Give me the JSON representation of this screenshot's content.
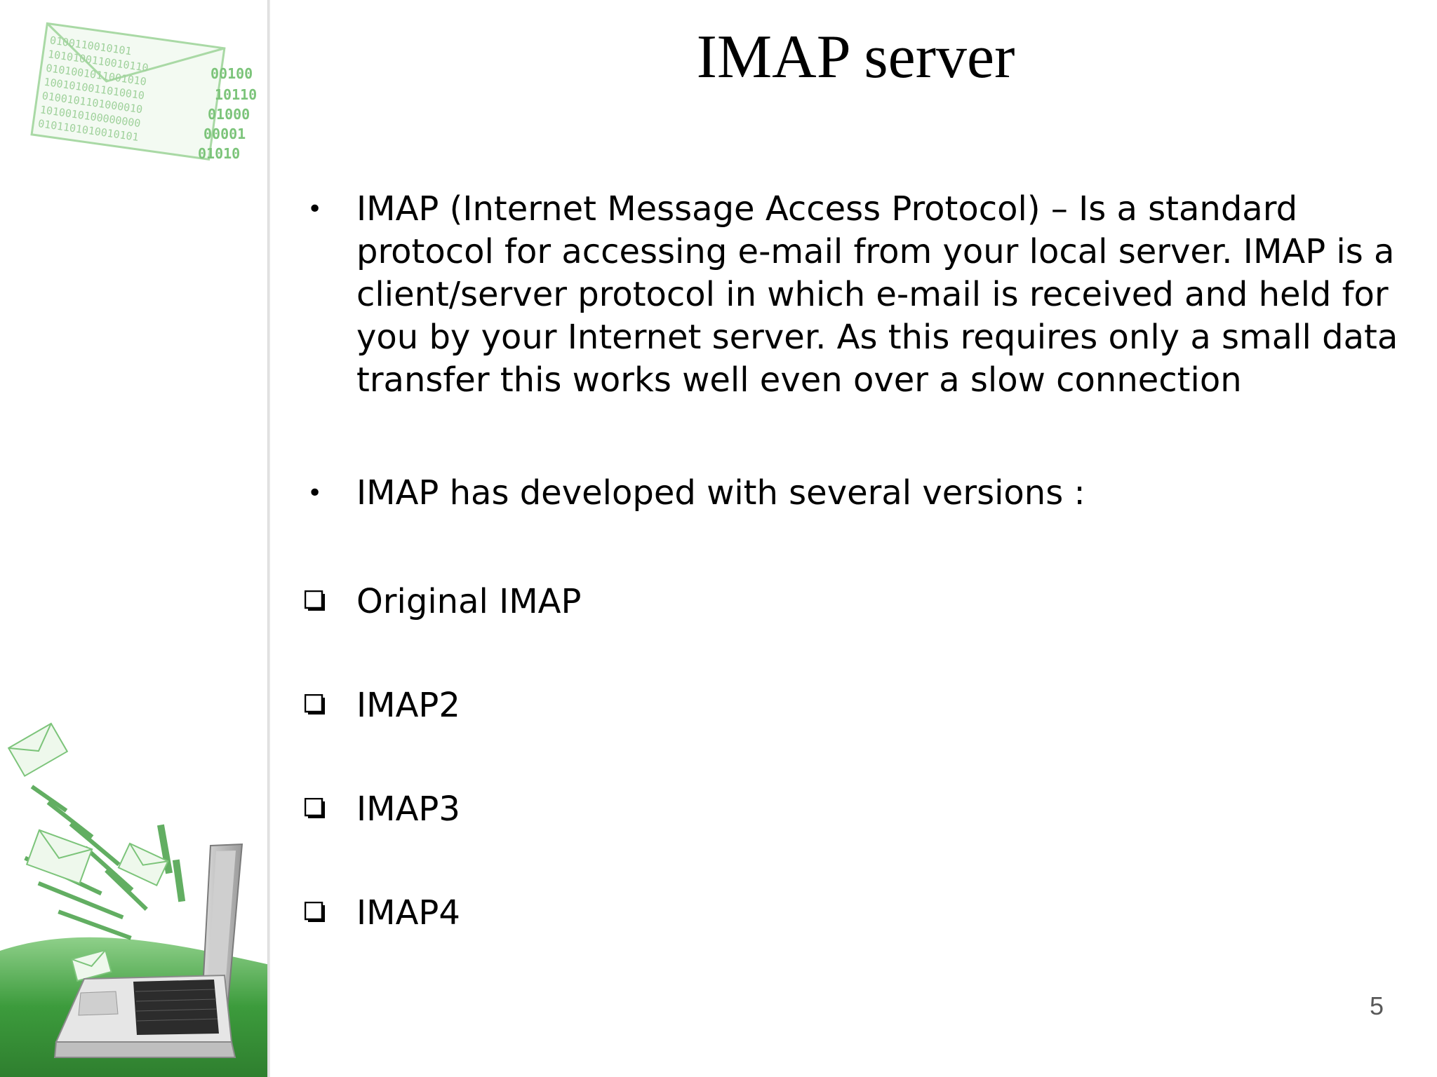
{
  "slide": {
    "title": "IMAP server",
    "bullets": [
      "IMAP (Internet Message Access Protocol) – Is a standard protocol for accessing e-mail from your local server. IMAP is a client/server protocol in which e-mail is received and held for you by your Internet server. As this requires only a small data transfer this works well even over a slow connection",
      "IMAP has developed with several versions :"
    ],
    "bullet_marker": "•",
    "versions": [
      "Original IMAP",
      "IMAP2",
      "IMAP3",
      "IMAP4"
    ],
    "page_number": "5"
  },
  "colors": {
    "accent_green": "#3c9b3c",
    "light_green": "#8fd08a",
    "text": "#000000",
    "page_number": "#595959"
  },
  "icons": {
    "sidebar_top": "envelope-binary-icon",
    "sidebar_bottom": "laptop-email-illustration",
    "version_marker": "checkbox-icon"
  }
}
